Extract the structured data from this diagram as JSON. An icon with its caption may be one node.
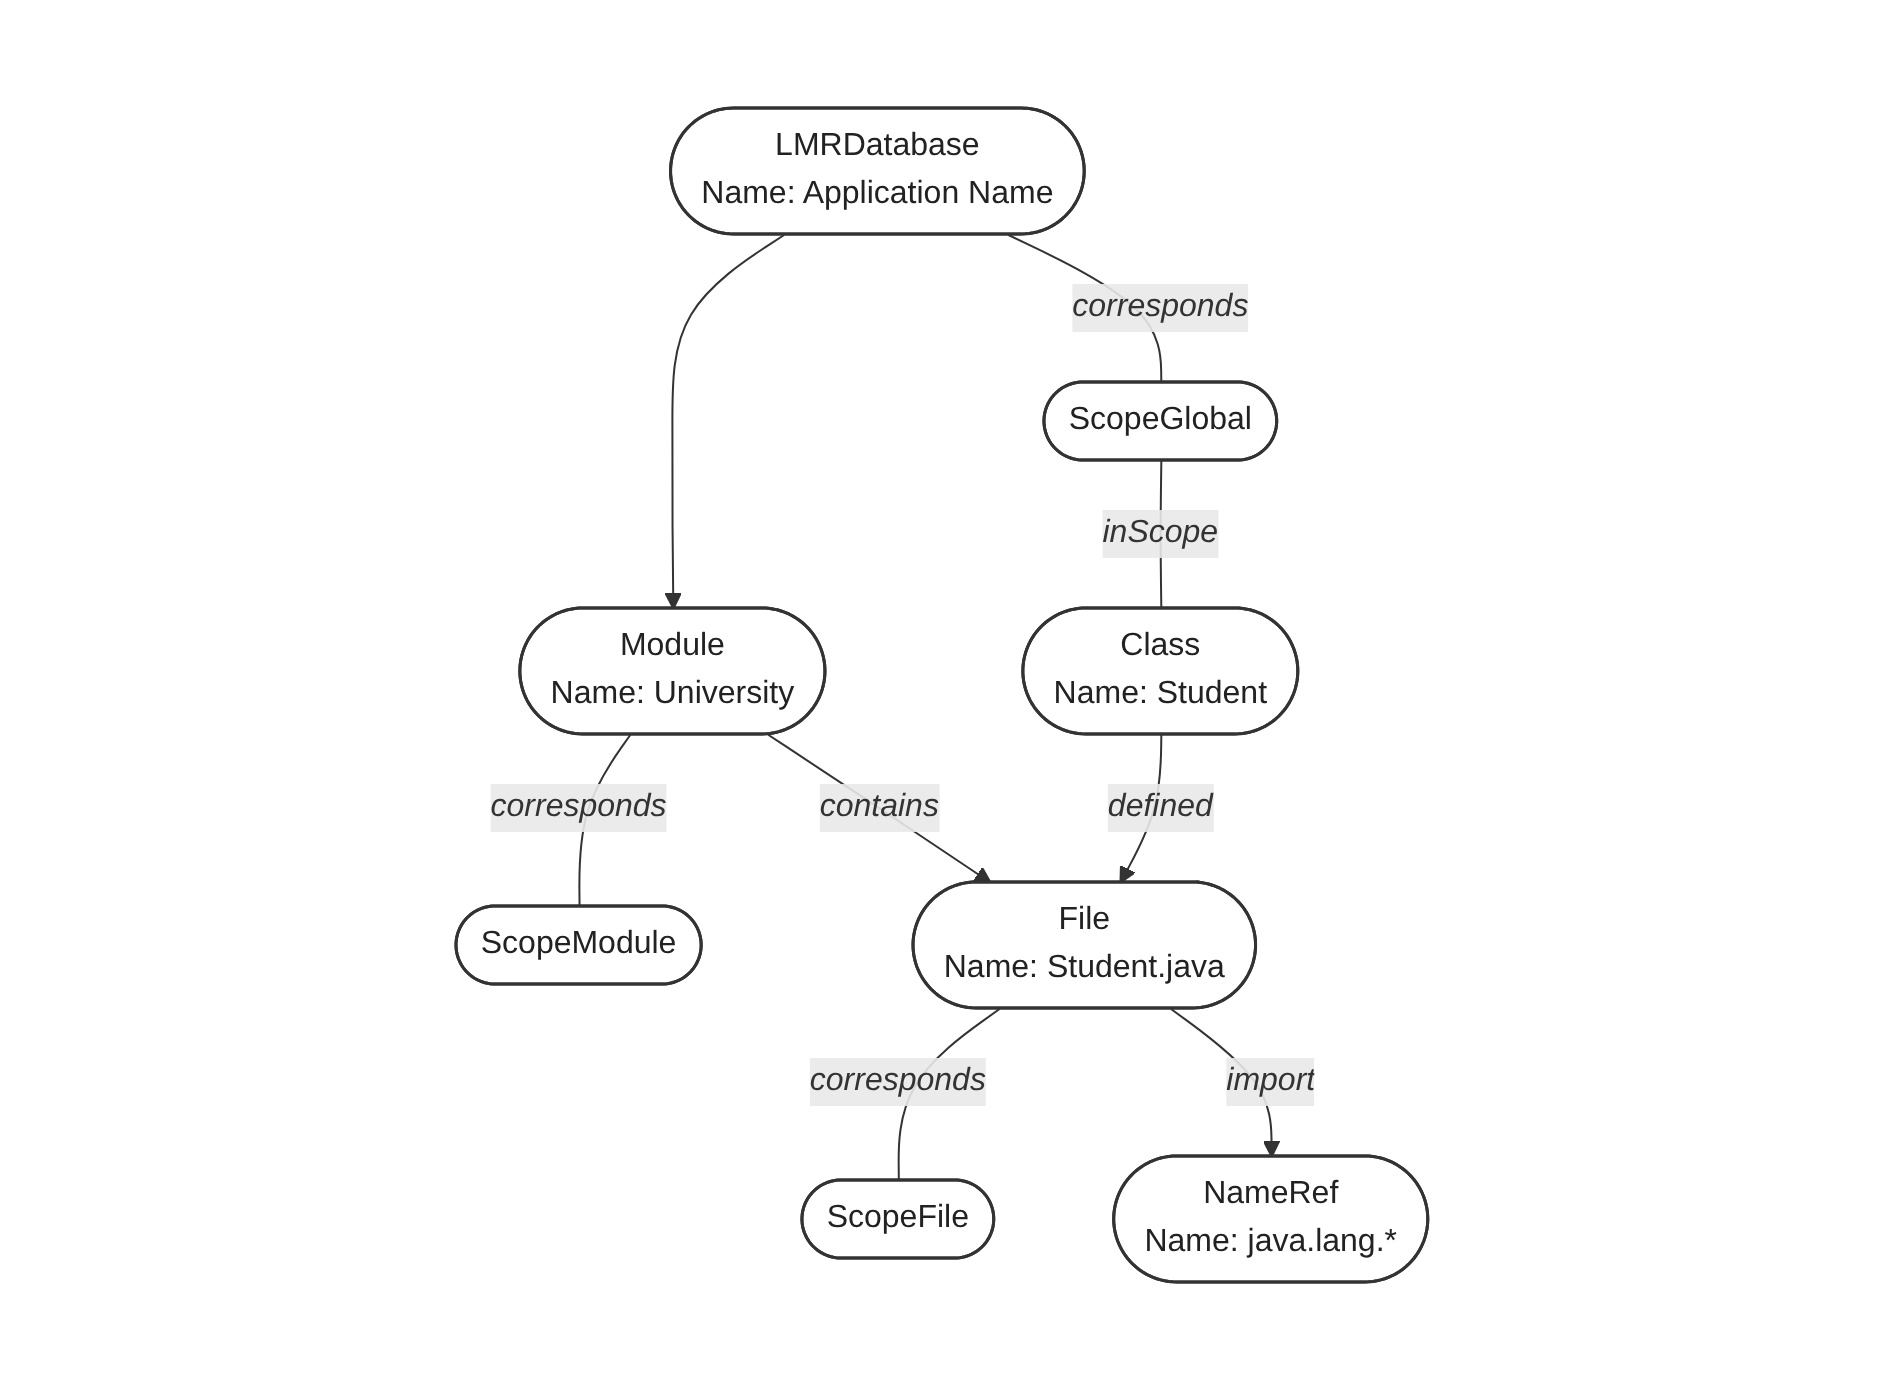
{
  "diagram": {
    "nodes": [
      {
        "text": [
          "LMRDatabase",
          "Name: Application Name"
        ]
      },
      {
        "text": [
          "ScopeGlobal"
        ]
      },
      {
        "text": [
          "Module",
          "Name: University"
        ]
      },
      {
        "text": [
          "ScopeModule"
        ]
      },
      {
        "text": [
          "File",
          "Name: Student.java"
        ]
      },
      {
        "text": [
          "ScopeFile"
        ]
      },
      {
        "text": [
          "NameRef",
          "Name: java.lang.*"
        ]
      },
      {
        "text": [
          "Class",
          "Name: Student"
        ]
      }
    ],
    "edges": [
      {
        "from": 0,
        "to": 1,
        "arrow": "none",
        "label": "corresponds"
      },
      {
        "from": 0,
        "to": 2,
        "arrow": "to"
      },
      {
        "from": 2,
        "to": 3,
        "arrow": "none",
        "label": "corresponds"
      },
      {
        "from": 2,
        "to": 4,
        "arrow": "to",
        "label": "contains"
      },
      {
        "from": 4,
        "to": 5,
        "arrow": "none",
        "label": "corresponds"
      },
      {
        "from": 4,
        "to": 6,
        "arrow": "to",
        "label": "import"
      },
      {
        "from": 7,
        "to": 4,
        "arrow": "to",
        "label": "defined"
      },
      {
        "from": 1,
        "to": 7,
        "arrow": "none",
        "label": "inScope"
      }
    ]
  }
}
